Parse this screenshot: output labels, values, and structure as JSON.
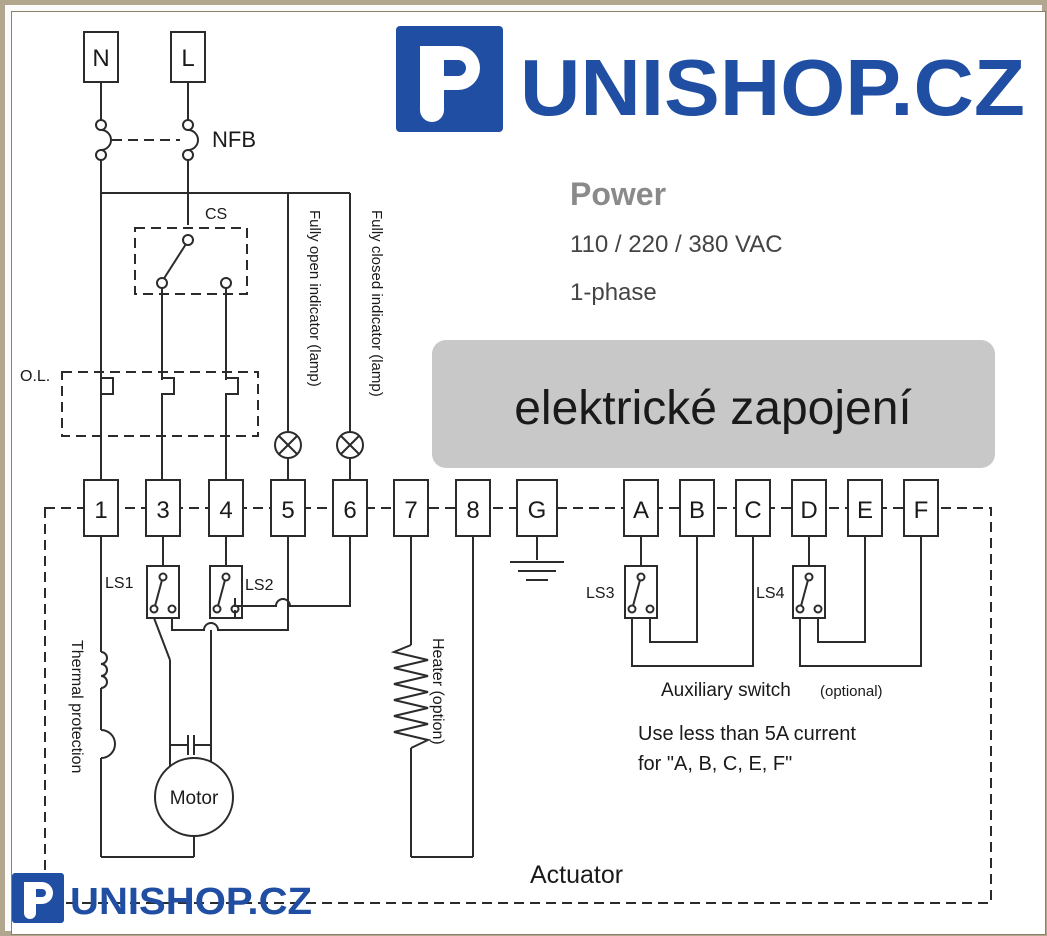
{
  "brand": {
    "logo_top_text": "UNISHOP.CZ",
    "logo_bottom_text": "UNISHOP.CZ",
    "logo_color": "#1f4ea3",
    "logo_icon": "unishop-p-logo-icon"
  },
  "power": {
    "title": "Power",
    "voltage": "110 / 220 / 380 VAC",
    "phase": "1-phase"
  },
  "banner": {
    "text": "elektrické zapojení",
    "background": "#c8c8c8"
  },
  "supply": {
    "neutral": "N",
    "line": "L",
    "breaker": "NFB"
  },
  "labels": {
    "cs": "CS",
    "ol": "O.L.",
    "open_indicator": "Fully open indicator (lamp)",
    "closed_indicator": "Fully closed indicator (lamp)",
    "ls1": "LS1",
    "ls2": "LS2",
    "ls3": "LS3",
    "ls4": "LS4",
    "thermal": "Thermal protection",
    "motor": "Motor",
    "heater": "Heater (option)",
    "aux_switch": "Auxiliary switch",
    "aux_optional": "(optional)",
    "note_line1": "Use less than 5A current",
    "note_line2": "for \"A, B, C, E, F\"",
    "actuator": "Actuator"
  },
  "terminals": [
    "1",
    "3",
    "4",
    "5",
    "6",
    "7",
    "8",
    "G",
    "A",
    "B",
    "C",
    "D",
    "E",
    "F"
  ]
}
